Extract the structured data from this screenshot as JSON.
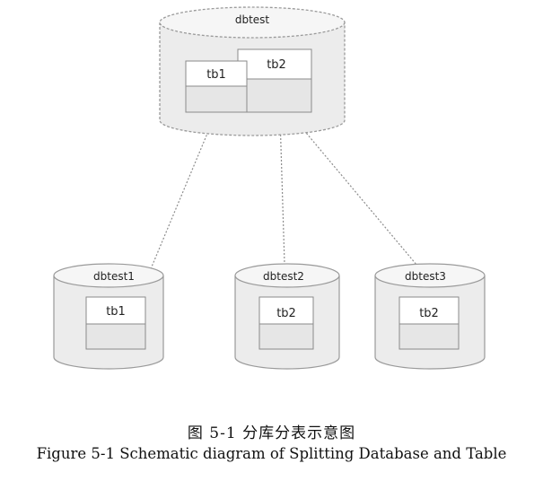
{
  "source_db": {
    "name": "dbtest",
    "tables": [
      "tb1",
      "tb2"
    ]
  },
  "shard_dbs": [
    {
      "name": "dbtest1",
      "table": "tb1"
    },
    {
      "name": "dbtest2",
      "table": "tb2"
    },
    {
      "name": "dbtest3",
      "table": "tb2"
    }
  ],
  "caption": {
    "cn": "图 5-1  分库分表示意图",
    "en": "Figure 5-1 Schematic diagram of Splitting Database and Table"
  },
  "colors": {
    "cylinder_fill": "#ececec",
    "cylinder_top": "#f6f6f6",
    "cylinder_stroke": "#9a9a9a",
    "table_header": "#ffffff",
    "table_body": "#e6e6e6",
    "connector": "#8c8c8c"
  }
}
